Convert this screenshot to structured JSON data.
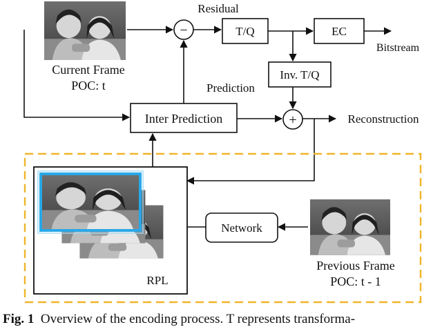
{
  "diagram": {
    "current_frame": {
      "title": "Current Frame",
      "poc": "POC: t"
    },
    "previous_frame": {
      "title": "Previous Frame",
      "poc": "POC: t - 1"
    },
    "subtract_symbol": "−",
    "add_symbol": "+",
    "residual_label": "Residual",
    "prediction_label": "Prediction",
    "tq_label": "T/Q",
    "ec_label": "EC",
    "inv_tq_label": "Inv. T/Q",
    "bitstream_label": "Bitstream",
    "inter_prediction_label": "Inter Prediction",
    "reconstruction_label": "Reconstruction",
    "network_label": "Network",
    "rpl_label": "RPL",
    "colors": {
      "highlight": "#29a8e8",
      "dashed_border": "#f0b429",
      "line": "#111111"
    }
  },
  "caption": {
    "fig_label": "Fig. 1",
    "text": "Overview of the encoding process. T represents transforma-"
  }
}
